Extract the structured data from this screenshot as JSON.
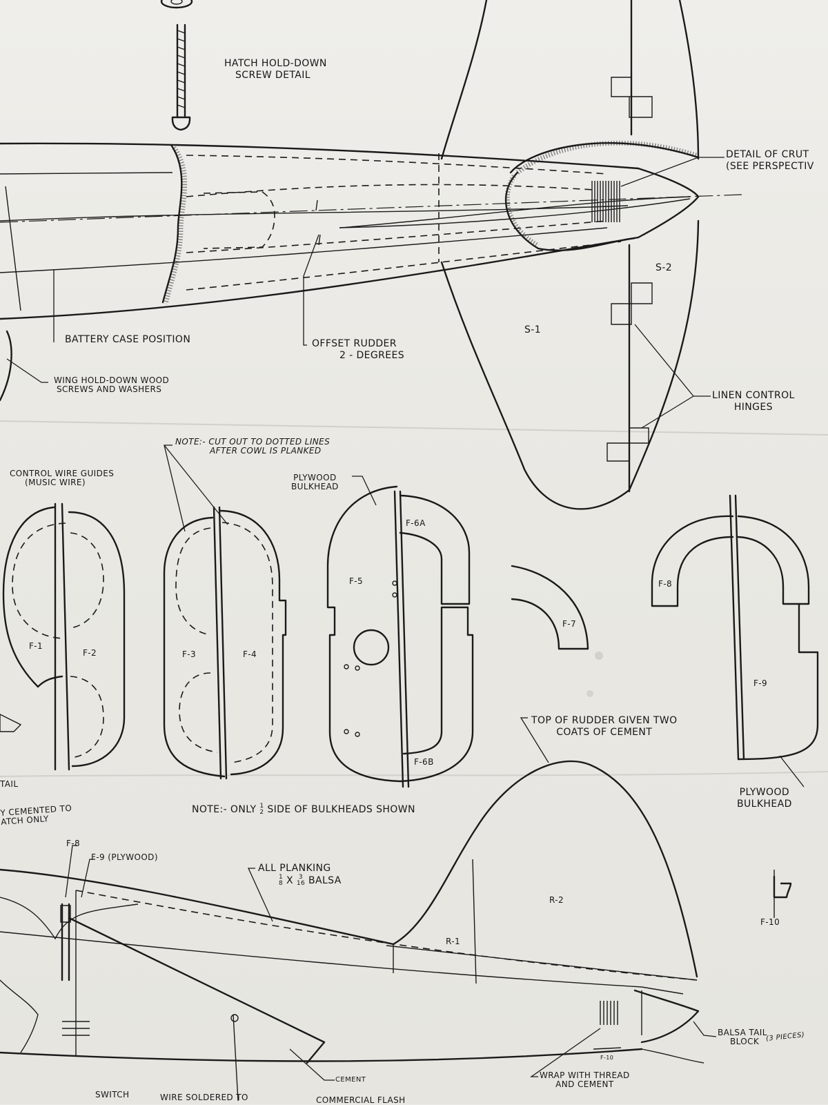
{
  "notes": {
    "hatch_screw": [
      "HATCH HOLD-DOWN",
      "SCREW DETAIL"
    ],
    "crutch_detail": [
      "DETAIL OF CRUT",
      "(SEE PERSPECTIV"
    ],
    "battery": "BATTERY CASE POSITION",
    "offset_rudder": [
      "OFFSET RUDDER",
      "2 - DEGREES"
    ],
    "wing_screws": [
      "WING HOLD-DOWN WOOD",
      "SCREWS AND WASHERS"
    ],
    "linen_hinges": [
      "LINEN CONTROL",
      "HINGES"
    ],
    "cut_out": [
      "NOTE:- CUT OUT TO DOTTED LINES",
      "AFTER COWL IS PLANKED"
    ],
    "control_wire": [
      "CONTROL WIRE GUIDES",
      "(MUSIC WIRE)"
    ],
    "plywood_bulkhead_top": [
      "PLYWOOD",
      "BULKHEAD"
    ],
    "plywood_bulkhead_right": [
      "PLYWOOD",
      "BULKHEAD"
    ],
    "half_side_prefix": "NOTE:- ONLY",
    "half_side_num": "1",
    "half_side_den": "2",
    "half_side_suffix": "SIDE OF BULKHEADS SHOWN",
    "top_rudder": [
      "TOP OF RUDDER GIVEN TWO",
      "COATS OF CEMENT"
    ],
    "tail_fragment": "TAIL",
    "cemented_to": [
      "Y CEMENTED TO",
      "ATCH ONLY"
    ],
    "f8_lead": "F-8",
    "f9_plywood": "F-9 (PLYWOOD)",
    "planking": "ALL PLANKING",
    "planking_a_num": "1",
    "planking_a_den": "8",
    "planking_x": "X",
    "planking_b_num": "3",
    "planking_b_den": "16",
    "planking_material": "BALSA",
    "balsa_tail_block": [
      "BALSA TAIL",
      "BLOCK"
    ],
    "three_pieces": "(3 PIECES)",
    "wrap_thread": [
      "WRAP WITH THREAD",
      "AND CEMENT"
    ],
    "cement": "CEMENT",
    "switch": "SWITCH",
    "wire_soldered": "WIRE SOLDERED TO",
    "commercial": "COMMERCIAL FLASH",
    "f10_small": "F-10"
  },
  "parts": {
    "s1": "S-1",
    "s2": "S-2",
    "f1": "F-1",
    "f2": "F-2",
    "f3": "F-3",
    "f4": "F-4",
    "f5": "F-5",
    "f6a": "F-6A",
    "f6b": "F-6B",
    "f7": "F-7",
    "f8": "F-8",
    "f9": "F-9",
    "f10": "F-10",
    "r1": "R-1",
    "r2": "R-2"
  }
}
